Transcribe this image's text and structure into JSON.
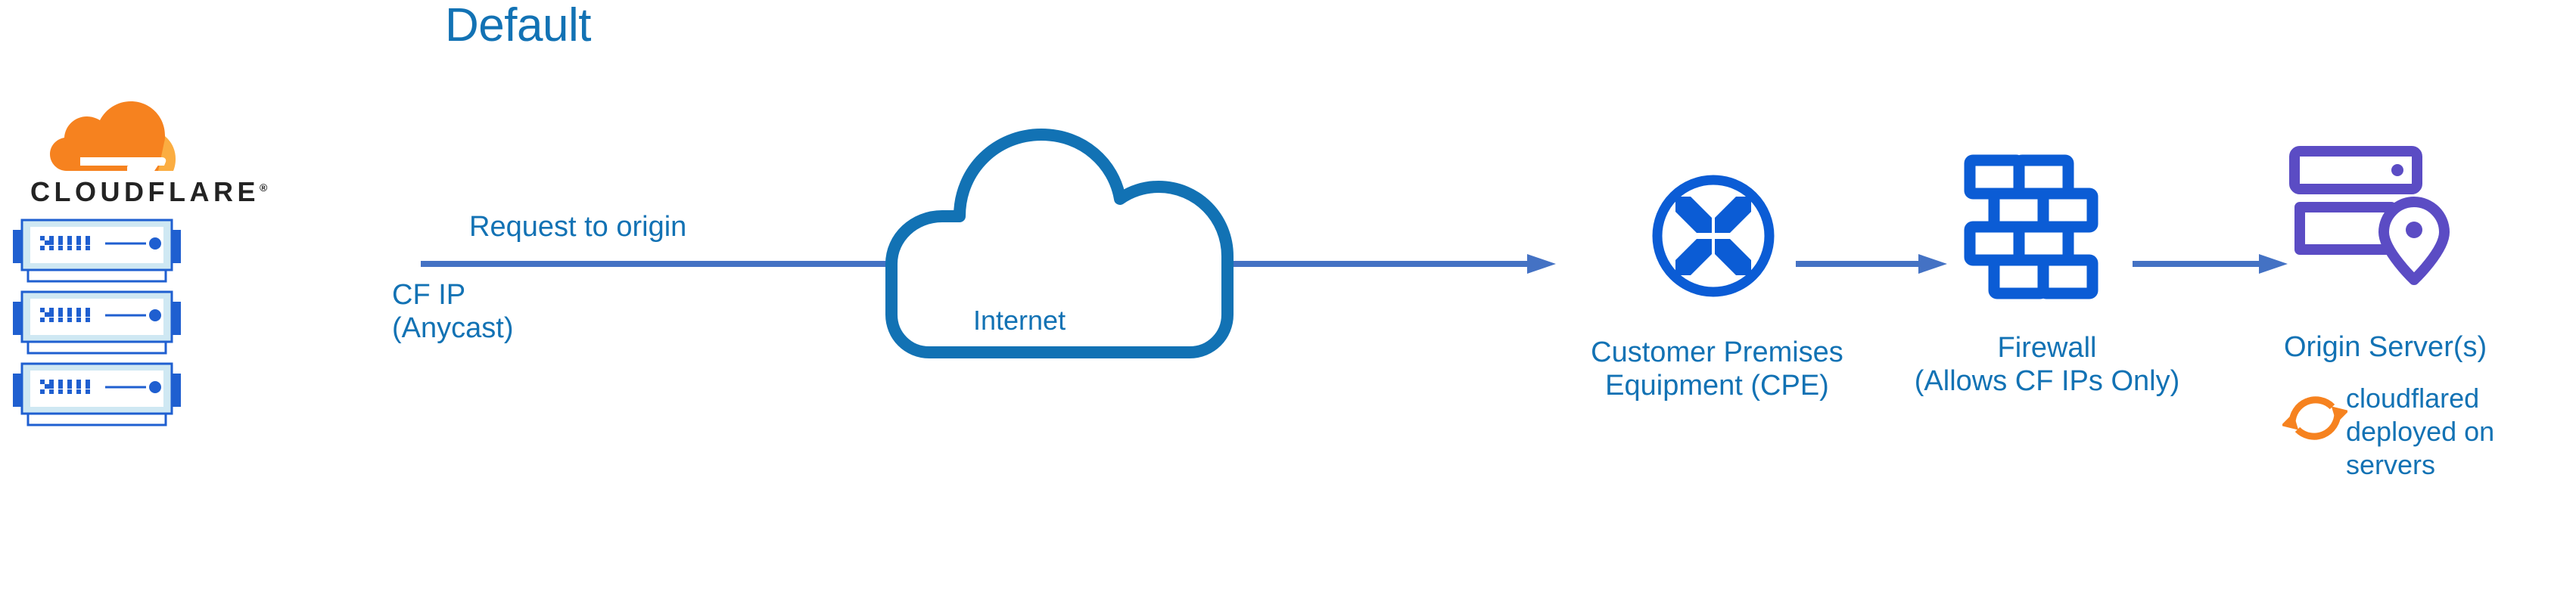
{
  "diagram": {
    "title": "Default",
    "background": "#ffffff"
  },
  "colors": {
    "title_blue": "#1272B4",
    "label_blue": "#1272B4",
    "icon_blue": "#0B5CD5",
    "arrow_blue": "#4472C4",
    "rack_blue": "#1F5FD0",
    "rack_fill": "#CFE8F3",
    "origin_purple": "#5B4CC4",
    "cloudflare_orange": "#F6821F",
    "cloudflare_orange_light": "#FBAD41",
    "wordmark_black": "#232323"
  },
  "brand": {
    "logo_name": "cloudflare-logo",
    "wordmark": "CLOUDFLARE",
    "registered_mark": "®"
  },
  "nodes": [
    {
      "id": "cloudflare-edge",
      "icon": "server-rack-icon",
      "count": 3,
      "sublabel_lines": [
        "CF IP",
        "(Anycast)"
      ]
    },
    {
      "id": "internet",
      "icon": "cloud-icon",
      "label": "Internet"
    },
    {
      "id": "cpe",
      "icon": "router-icon",
      "label_lines": [
        "Customer Premises",
        "Equipment (CPE)"
      ]
    },
    {
      "id": "firewall",
      "icon": "brick-wall-icon",
      "label_lines": [
        "Firewall",
        "(Allows CF IPs Only)"
      ]
    },
    {
      "id": "origin",
      "icon": "server-stack-pin-icon",
      "label": "Origin Server(s)"
    }
  ],
  "labels": {
    "request_to_origin": "Request to origin",
    "cf_ip_line1": "CF IP",
    "cf_ip_line2": "(Anycast)",
    "internet": "Internet",
    "cpe_line1": "Customer Premises",
    "cpe_line2": "Equipment (CPE)",
    "firewall_line1": "Firewall",
    "firewall_line2": "(Allows CF IPs Only)",
    "origin_server": "Origin Server(s)",
    "cloudflared_line1": "cloudflared",
    "cloudflared_line2": "deployed on",
    "cloudflared_line3": "servers"
  },
  "annotations": {
    "cloudflared": {
      "icon": "sync-arrows-icon",
      "icon_color": "#F6821F",
      "text": "cloudflared deployed on servers"
    }
  },
  "flows": [
    {
      "id": "edge-to-cpe",
      "from": "cloudflare-edge",
      "to": "cpe",
      "label": "Request to origin",
      "arrowhead": true
    },
    {
      "id": "cpe-to-firewall",
      "from": "cpe",
      "to": "firewall",
      "label": "",
      "arrowhead": true
    },
    {
      "id": "firewall-to-origin",
      "from": "firewall",
      "to": "origin",
      "label": "",
      "arrowhead": true
    }
  ]
}
